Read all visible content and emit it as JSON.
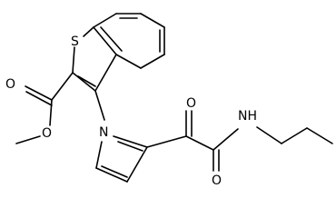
{
  "atoms": {
    "sulfur": "S",
    "ester_carbonyl_oxygen": "O",
    "ester_ether_oxygen": "O",
    "pyrrole_nitrogen": "N",
    "keto_oxygen": "O",
    "amide_oxygen": "O",
    "amide_nh": "NH"
  },
  "colors": {
    "bond": "#000000",
    "label": "#000000",
    "background": "#ffffff"
  }
}
